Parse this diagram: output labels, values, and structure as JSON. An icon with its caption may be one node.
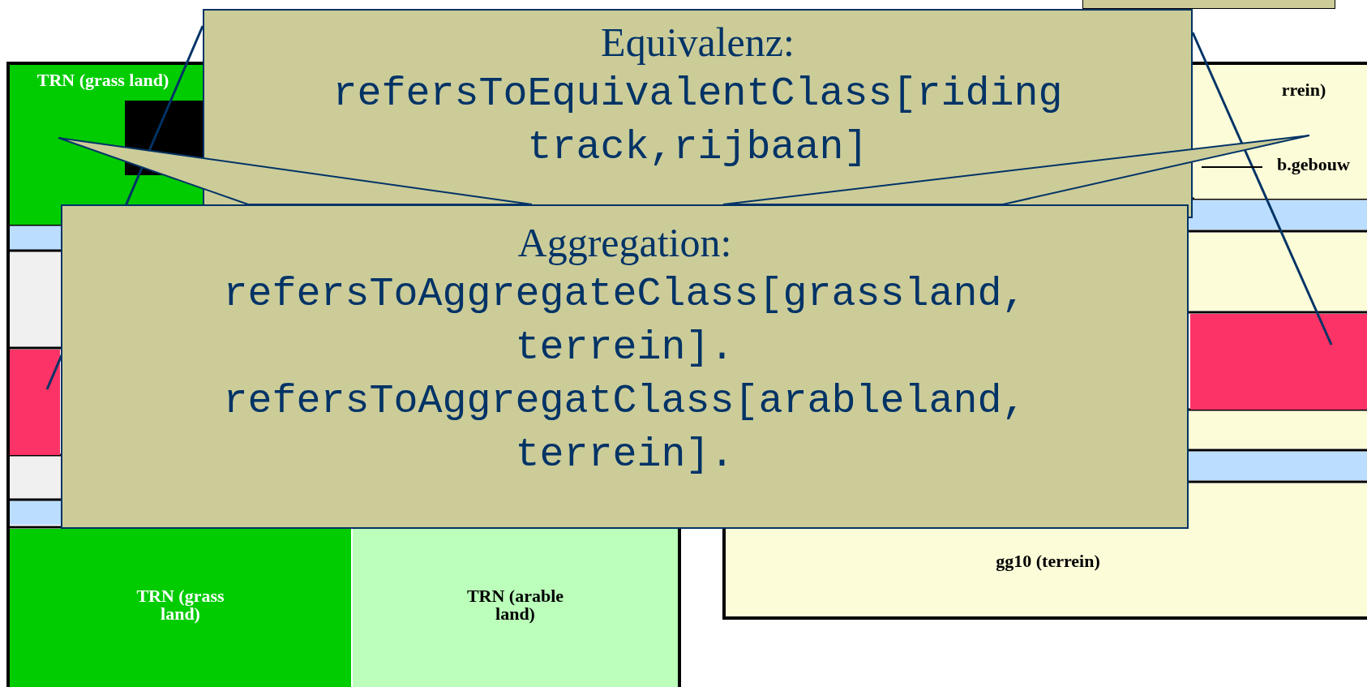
{
  "diagram": {
    "nodes": [
      {
        "text": [
          "Equivalenz:",
          "refersToEquivalentClass[riding track,rijbaan]"
        ]
      },
      {
        "text": [
          "Aggregation:",
          "refersToAggregateClass[grassland, terrein].",
          "refersToAggregatClass[arableland, terrein]."
        ]
      },
      {
        "text": [
          "TRN (grass land)"
        ]
      },
      {
        "text": [],
        "shape": "box",
        "in": 2
      },
      {
        "text": [],
        "shape": "bar"
      },
      {
        "text": [
          "TRN (grass land)"
        ]
      },
      {
        "text": [
          "TRN (arable land)"
        ]
      },
      {
        "text": [
          "rrein)"
        ]
      },
      {
        "text": [
          "b.gebouw"
        ],
        "in": 7
      },
      {
        "text": [],
        "shape": "bar"
      },
      {
        "text": [
          "gg10 (terrein)"
        ]
      },
      {
        "text": [],
        "shape": "box"
      }
    ],
    "edges": [
      {
        "from": 1,
        "to": 2,
        "arrow": "none"
      },
      {
        "from": 1,
        "to": 7,
        "arrow": "none"
      },
      {
        "from": 0,
        "to": 4,
        "arrow": "none"
      },
      {
        "from": 0,
        "to": 9,
        "arrow": "none"
      },
      {
        "from": null,
        "to": 8,
        "arrow": "none",
        "color": "#000000"
      }
    ]
  }
}
